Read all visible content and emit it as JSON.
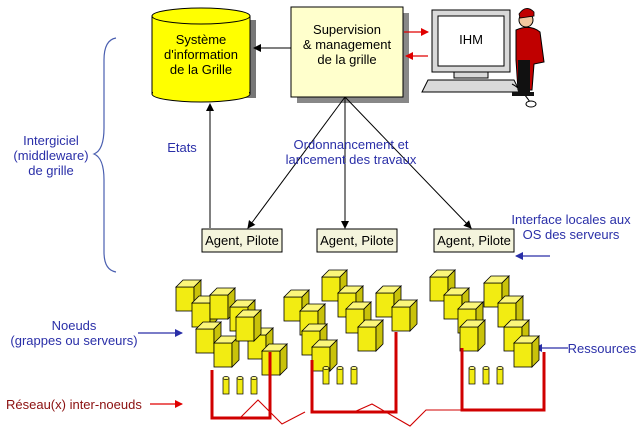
{
  "colors": {
    "cylinder_fill": "#ffff00",
    "box_fill": "#ffffcc",
    "agent_fill": "#f4f4dc",
    "label_blue": "#2a2fa8",
    "arrow_red": "#e00000",
    "network_red": "#d00000",
    "server_yellow": "#f2ec12"
  },
  "nodes": {
    "information_system": "Système\nd'information\nde la Grille",
    "supervision": "Supervision\n& management\nde la grille",
    "ihm": "IHM",
    "agents": [
      "Agent, Pilote",
      "Agent, Pilote",
      "Agent, Pilote"
    ]
  },
  "labels": {
    "middleware": "Intergiciel\n(middleware)\nde grille",
    "states": "Etats",
    "scheduling": "Ordonnancement et\nlancement des travaux",
    "local_interface": "Interface locales aux\nOS des serveurs",
    "nodes": "Noeuds\n(grappes ou serveurs)",
    "resources": "Ressources",
    "network": "Réseau(x) inter-noeuds"
  },
  "icons": [
    "database-cylinder-icon",
    "computer-monitor-icon",
    "user-person-icon",
    "server-box-icon",
    "disk-cylinder-icon"
  ]
}
